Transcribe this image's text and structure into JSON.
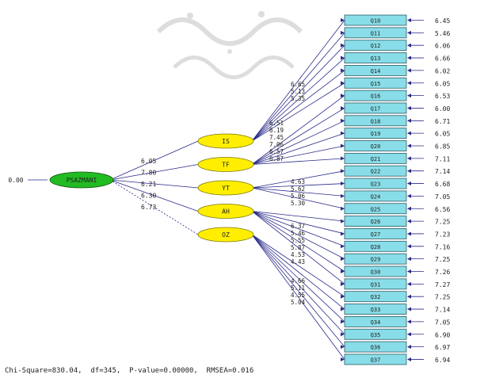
{
  "diagram": {
    "root": {
      "label": "PSAZMANI",
      "variance": "0.00"
    },
    "factors": [
      {
        "label": "IS",
        "path_label": "6.05"
      },
      {
        "label": "TF",
        "path_label": "7.80"
      },
      {
        "label": "YT",
        "path_label": "6.21"
      },
      {
        "label": "AH",
        "path_label": "6.30"
      },
      {
        "label": "OZ",
        "path_label": "6.73"
      }
    ],
    "indicators": [
      {
        "label": "Q10",
        "factor": 0,
        "error": "6.45",
        "loading": ""
      },
      {
        "label": "Q11",
        "factor": 0,
        "error": "5.46",
        "loading": ""
      },
      {
        "label": "Q12",
        "factor": 0,
        "error": "6.06",
        "loading": ""
      },
      {
        "label": "Q13",
        "factor": 0,
        "error": "6.66",
        "loading": "6.65"
      },
      {
        "label": "Q14",
        "factor": 0,
        "error": "6.02",
        "loading": "5.13"
      },
      {
        "label": "Q15",
        "factor": 0,
        "error": "6.05",
        "loading": "5.35"
      },
      {
        "label": "Q16",
        "factor": 1,
        "error": "6.53",
        "loading": ""
      },
      {
        "label": "Q17",
        "factor": 1,
        "error": "6.00",
        "loading": ""
      },
      {
        "label": "Q18",
        "factor": 1,
        "error": "6.71",
        "loading": "6.51"
      },
      {
        "label": "Q19",
        "factor": 1,
        "error": "6.05",
        "loading": "6.19"
      },
      {
        "label": "Q20",
        "factor": 1,
        "error": "6.85",
        "loading": "7.45"
      },
      {
        "label": "Q21",
        "factor": 1,
        "error": "7.11",
        "loading": "7.06"
      },
      {
        "label": "Q22",
        "factor": 2,
        "error": "7.14",
        "loading": "6.57"
      },
      {
        "label": "Q23",
        "factor": 2,
        "error": "6.68",
        "loading": "6.87"
      },
      {
        "label": "Q24",
        "factor": 2,
        "error": "7.05",
        "loading": "4.63"
      },
      {
        "label": "Q25",
        "factor": 2,
        "error": "6.56",
        "loading": "5.62"
      },
      {
        "label": "Q26",
        "factor": 3,
        "error": "7.25",
        "loading": "5.06"
      },
      {
        "label": "Q27",
        "factor": 3,
        "error": "7.23",
        "loading": "5.30"
      },
      {
        "label": "Q28",
        "factor": 3,
        "error": "7.16",
        "loading": "6.37"
      },
      {
        "label": "Q29",
        "factor": 3,
        "error": "7.25",
        "loading": "5.46"
      },
      {
        "label": "Q30",
        "factor": 3,
        "error": "7.26",
        "loading": "5.55"
      },
      {
        "label": "Q31",
        "factor": 3,
        "error": "7.27",
        "loading": "5.87"
      },
      {
        "label": "Q32",
        "factor": 4,
        "error": "7.25",
        "loading": "4.53"
      },
      {
        "label": "Q33",
        "factor": 4,
        "error": "7.14",
        "loading": "4.43"
      },
      {
        "label": "Q34",
        "factor": 4,
        "error": "7.05",
        "loading": ""
      },
      {
        "label": "Q35",
        "factor": 4,
        "error": "6.90",
        "loading": ""
      },
      {
        "label": "Q36",
        "factor": 4,
        "error": "6.97",
        "loading": ""
      },
      {
        "label": "Q37",
        "factor": 4,
        "error": "6.94",
        "loading": ""
      }
    ],
    "oz_loadings": [
      "4.66",
      "5.11",
      "4.55",
      "5.04"
    ],
    "colors": {
      "root": "#22bb22",
      "factor": "#ffee00",
      "indicator": "#88dde8",
      "line": "#2a2a8a"
    }
  },
  "footer": {
    "fit_line": "Chi-Square=830.04,  df=345,  P-value=0.00000,  RMSEA=0.016"
  }
}
